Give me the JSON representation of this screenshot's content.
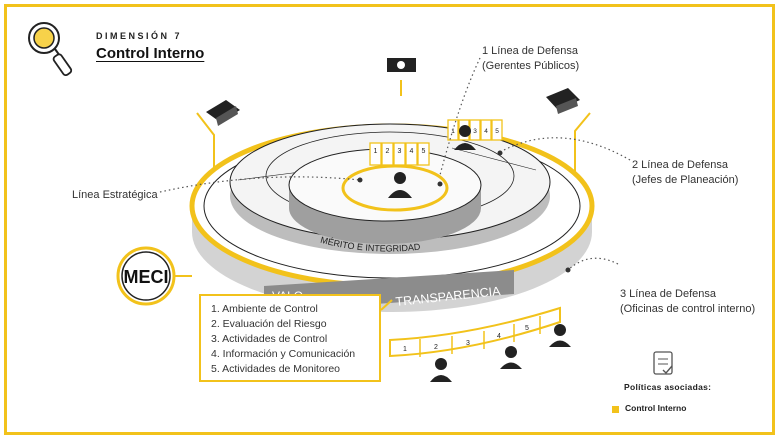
{
  "header": {
    "kicker": "DIMENSIÓN 7",
    "title": "Control Interno"
  },
  "callouts": {
    "first_line": [
      "1 Línea de Defensa",
      "(Gerentes Públicos)"
    ],
    "second_line": [
      "2 Línea de Defensa",
      "(Jefes de Planeación)"
    ],
    "third_line": [
      "3 Línea de Defensa",
      "(Oficinas de control interno)"
    ],
    "strategic_line": "Línea Estratégica"
  },
  "diagram": {
    "meci": "MECI",
    "merito": "MÉRITO   E   INTEGRIDAD",
    "transparencia": "TRANSPARENCIA",
    "valo": "VALO",
    "inner_numbers": [
      "1",
      "2",
      "3",
      "4",
      "5"
    ],
    "wall_numbers": [
      "1",
      "2",
      "3",
      "4",
      "5"
    ]
  },
  "components": [
    "1. Ambiente de Control",
    "2. Evaluación del Riesgo",
    "3. Actividades de Control",
    "4. Información y Comunicación",
    "5. Actividades de Monitoreo"
  ],
  "policies": {
    "title": "Políticas asociadas:",
    "items": [
      "Control Interno"
    ]
  },
  "colors": {
    "accent": "#f2c21b",
    "dark": "#1f1f1f",
    "gray": "#bdbdbd"
  }
}
